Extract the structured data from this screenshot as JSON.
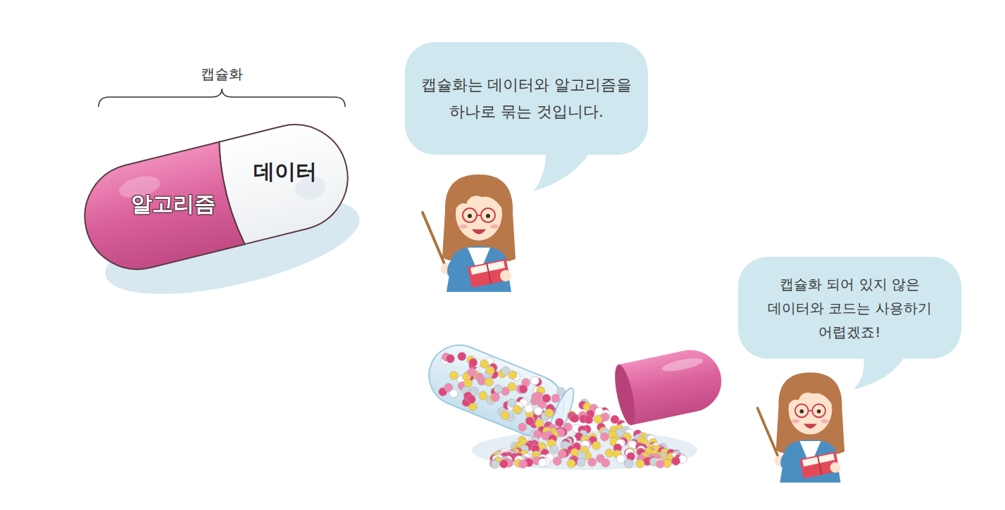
{
  "diagram": {
    "nodes": [
      {
        "text": [
          "알고리즘"
        ]
      },
      {
        "text": [
          "데이터"
        ]
      },
      {
        "text": [
          "캡슐화는 데이터와 알고리즘을 하나로 묶는 것입니다."
        ]
      },
      {
        "text": [
          "캡슐화 되어 있지 않은 데이터와 코드는 사용하기 어렵겠죠!"
        ]
      }
    ],
    "labels": [
      "캡슐화"
    ]
  }
}
